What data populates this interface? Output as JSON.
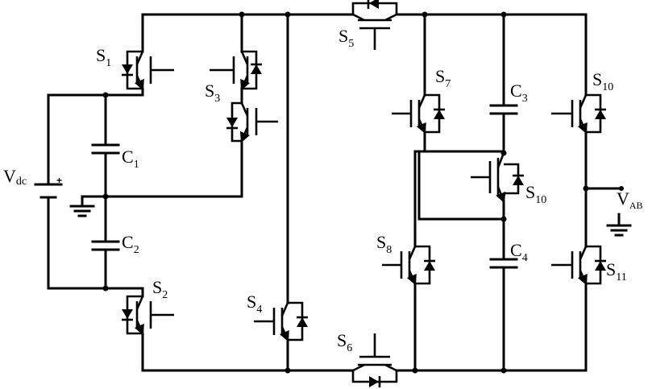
{
  "labels": {
    "source": {
      "main": "V",
      "sub": "dc"
    },
    "source_plus": "+",
    "c1": {
      "main": "C",
      "sub": "1"
    },
    "c2": {
      "main": "C",
      "sub": "2"
    },
    "c3": {
      "main": "C",
      "sub": "3"
    },
    "c4": {
      "main": "C",
      "sub": "4"
    },
    "s1": {
      "main": "S",
      "sub": "1"
    },
    "s2": {
      "main": "S",
      "sub": "2"
    },
    "s3": {
      "main": "S",
      "sub": "3"
    },
    "s4": {
      "main": "S",
      "sub": "4"
    },
    "s5": {
      "main": "S",
      "sub": "5"
    },
    "s6": {
      "main": "S",
      "sub": "6"
    },
    "s7": {
      "main": "S",
      "sub": "7"
    },
    "s8": {
      "main": "S",
      "sub": "8"
    },
    "s10_upper": {
      "main": "S",
      "sub": "10"
    },
    "s10_mid": {
      "main": "S",
      "sub": "10"
    },
    "s11": {
      "main": "S",
      "sub": "11"
    },
    "output": {
      "main": "V",
      "sub": "AB"
    }
  }
}
